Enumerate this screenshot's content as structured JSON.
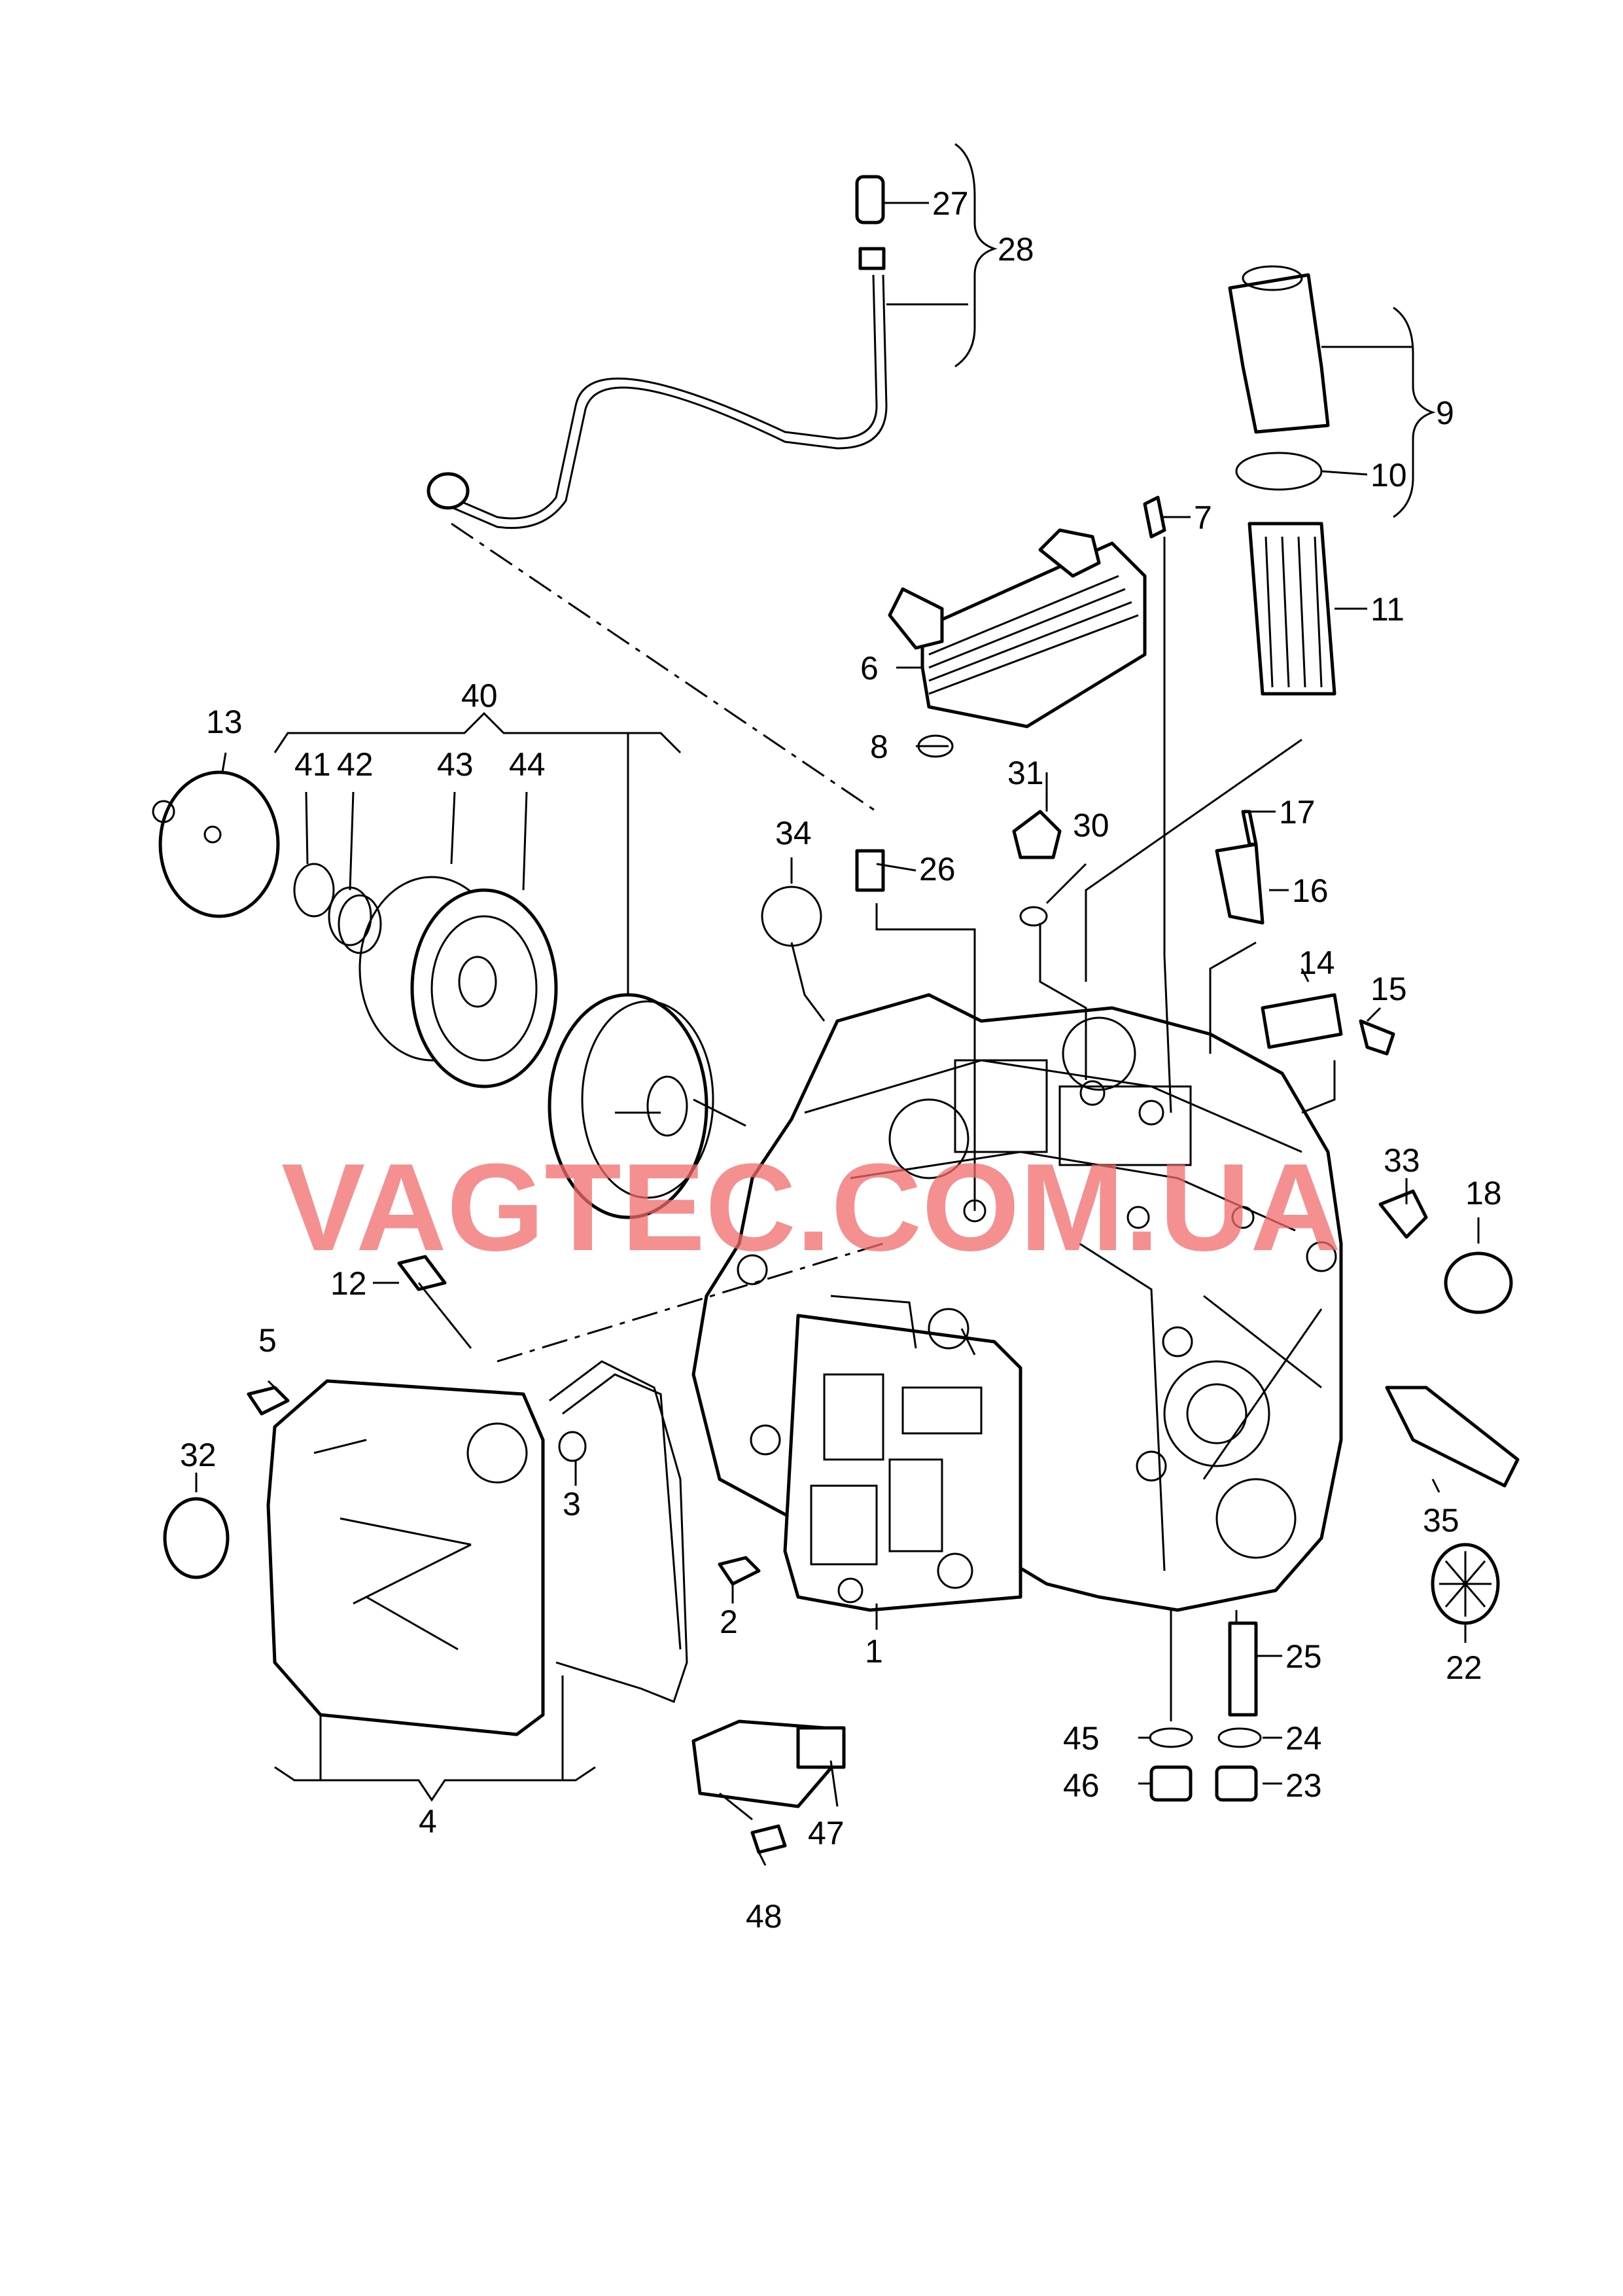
{
  "watermark": "VAGTEC.COM.UA",
  "callouts": [
    "1",
    "2",
    "3",
    "4",
    "5",
    "6",
    "7",
    "8",
    "9",
    "10",
    "11",
    "12",
    "13",
    "14",
    "15",
    "16",
    "17",
    "18",
    "22",
    "23",
    "24",
    "25",
    "26",
    "27",
    "28",
    "30",
    "31",
    "32",
    "33",
    "34",
    "35",
    "40",
    "41",
    "42",
    "43",
    "44",
    "45",
    "46",
    "47",
    "48"
  ]
}
